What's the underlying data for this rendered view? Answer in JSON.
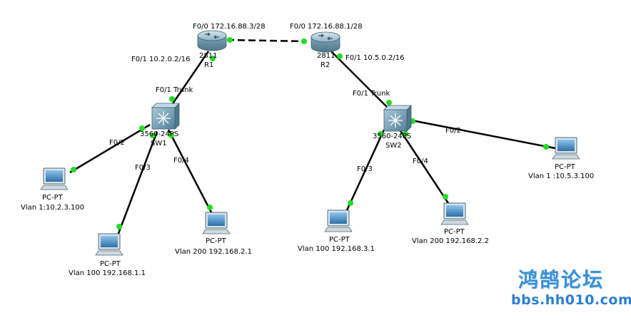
{
  "routers": [
    {
      "id": "R1",
      "model": "2811",
      "name": "R1"
    },
    {
      "id": "R2",
      "model": "2811",
      "name": "R2"
    }
  ],
  "switches": [
    {
      "id": "SW1",
      "model": "3560-24PS",
      "name": "SW1"
    },
    {
      "id": "SW2",
      "model": "3560-24PS",
      "name": "SW2"
    }
  ],
  "pcs": [
    {
      "id": "pc1",
      "type": "PC-PT",
      "desc": "Vlan 1:10.2.3.100"
    },
    {
      "id": "pc2",
      "type": "PC-PT",
      "desc": "Vlan 100 192.168.1.1"
    },
    {
      "id": "pc3",
      "type": "PC-PT",
      "desc": "Vlan 200 192.168.2.1"
    },
    {
      "id": "pc4",
      "type": "PC-PT",
      "desc": "Vlan 100 192.168.3.1"
    },
    {
      "id": "pc5",
      "type": "PC-PT",
      "desc": "Vlan 200  192.168.2.2"
    },
    {
      "id": "pc6",
      "type": "PC-PT",
      "desc": "Vlan 1 :10.5.3.100"
    }
  ],
  "interfaces": {
    "r1_f00": "F0/0 172.16.88.3/28",
    "r2_f00": "F0/0 172.16.88.1/28",
    "r1_f01": "F0/1 10.2.0.2/16",
    "r2_f01": "F0/1 10.5.0.2/16",
    "sw1_f01": "F0/1 Trunk",
    "sw2_f01": "F0/1 Trunk",
    "sw1_f02": "F0/2",
    "sw1_f03": "F0/3",
    "sw1_f04": "F0/4",
    "sw2_f02": "F0/2",
    "sw2_f03": "F0/3",
    "sw2_f04": "F0/4"
  },
  "watermark": {
    "title": "鸿鹄论坛",
    "url": "bbs.hh010.com"
  },
  "colors": {
    "link": "#000000",
    "port_up": "#22dd22",
    "router_body": "#7fa6b8",
    "switch_body": "#6f9ab0",
    "pc_screen": "#4a90c8",
    "watermark": "#3b8fd6"
  }
}
